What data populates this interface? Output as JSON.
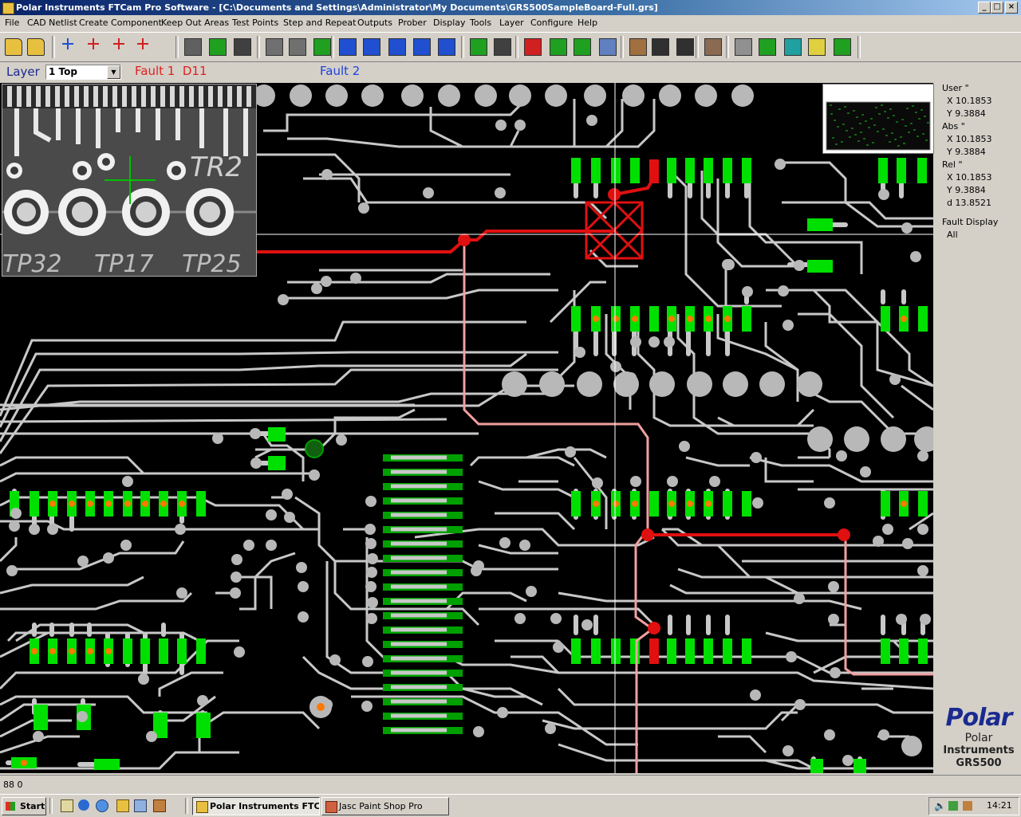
{
  "window": {
    "title": "Polar Instruments FTCam Pro Software - [C:\\Documents and Settings\\Administrator\\My Documents\\GRS500SampleBoard-Full.grs]",
    "minimize": "_",
    "maximize": "□",
    "close": "×"
  },
  "menu": [
    "File",
    "CAD Netlist",
    "Create Component",
    "Keep Out Areas",
    "Test Points",
    "Step and Repeat",
    "Outputs",
    "Prober",
    "Display",
    "Tools",
    "Layer",
    "Configure",
    "Help"
  ],
  "toolbar": {
    "icons": [
      "open-folder-icon",
      "open-folder-alt-icon",
      "add-point-icon",
      "add-point-1-icon",
      "add-point-2-icon",
      "delete-point-icon",
      "component-icon",
      "move-arrow-icon",
      "select-region-icon",
      "probe-icon",
      "probe-alt-icon",
      "chip-green-icon",
      "align-horizontal-icon",
      "align-horizontal-alt-icon",
      "align-vertical-icon",
      "align-vertical-alt-icon",
      "align-grid-icon",
      "info-green-icon",
      "info-icon",
      "net-tree-icon",
      "net-tree-alt-icon",
      "net-tree-green-icon",
      "zoom-probe-icon",
      "hand-icon",
      "film-icon",
      "film-alt-icon",
      "delete-box-icon",
      "camera-icon",
      "board-icon",
      "board-chip-icon",
      "lightbulb-icon",
      "eye-icon"
    ]
  },
  "layer_bar": {
    "label": "Layer",
    "selected_layer": "1 Top",
    "fault1": "Fault 1",
    "fault1_ref": "D11",
    "fault2": "Fault 2"
  },
  "camera_view": {
    "labels": [
      "TR2",
      "TP32",
      "TP17",
      "TP25"
    ]
  },
  "coords": {
    "user_label": "User \"",
    "user_x": "X 10.1853",
    "user_y": "Y 9.3884",
    "abs_label": "Abs \"",
    "abs_x": "X 10.1853",
    "abs_y": "Y 9.3884",
    "rel_label": "Rel \"",
    "rel_x": "X 10.1853",
    "rel_y": "Y 9.3884",
    "rel_d": "d 13.8521",
    "fault_display_label": "Fault Display",
    "fault_display_value": "All"
  },
  "brand": {
    "logo": "Polar",
    "line1": "Polar",
    "line2": "Instruments",
    "line3": "GRS500",
    "color": "#1a2a90"
  },
  "status": {
    "text": "88 0"
  },
  "taskbar": {
    "start": "Start",
    "tasks": [
      "Polar Instruments FTC...",
      "Jasc Paint Shop Pro"
    ],
    "clock": "14:21"
  },
  "colors": {
    "pad_green": "#00e000",
    "fault_red": "#e01010",
    "track_grey": "#c8c8c8",
    "trace_pink": "#f0a0a0",
    "label_blue": "#1a2a90"
  }
}
